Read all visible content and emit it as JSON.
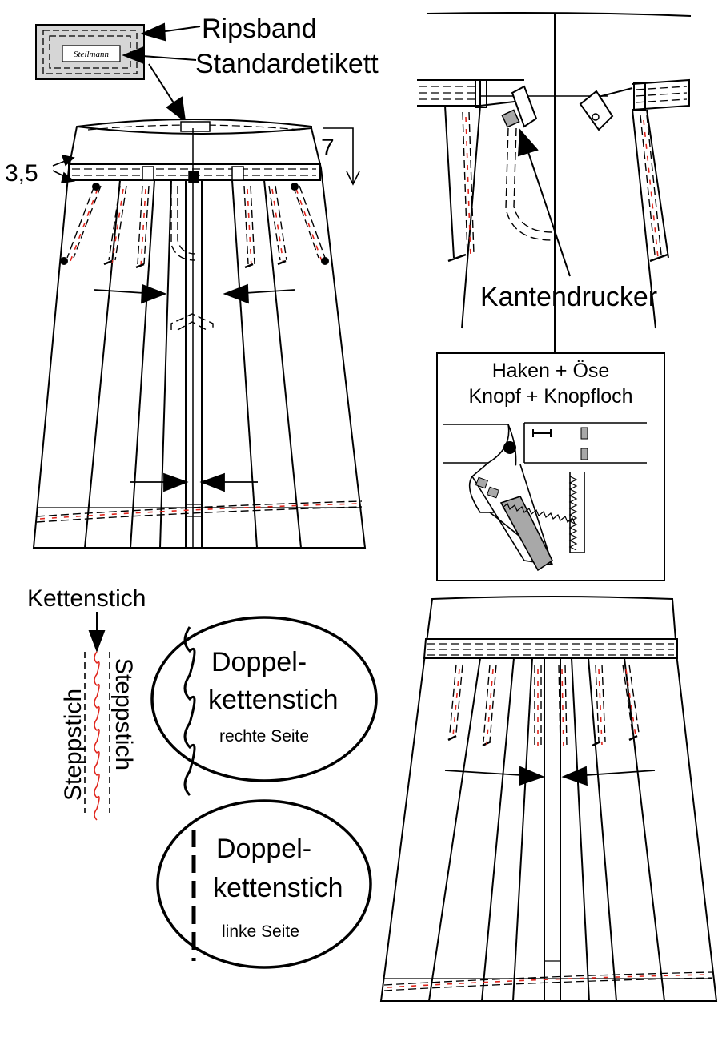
{
  "labels": {
    "ripsband": "Ripsband",
    "standardetikett": "Standardetikett",
    "logo": "Steilmann",
    "measure_waist": "3,5",
    "measure_hem": "7",
    "kantendrucker": "Kantendrucker",
    "box_line1": "Haken + Öse",
    "box_line2": "Knopf + Knopfloch",
    "kettenstich": "Kettenstich",
    "steppstich_left": "Steppstich",
    "steppstich_right": "Steppstich",
    "oval1_line1": "Doppel-",
    "oval1_line2": "kettenstich",
    "oval1_line3": "rechte Seite",
    "oval2_line1": "Doppel-",
    "oval2_line2": "kettenstich",
    "oval2_line3": "linke Seite"
  },
  "colors": {
    "line": "#000000",
    "stitch_red": "#e0241b",
    "label_fill": "#d6d6d6",
    "zipper_fill": "#a8a8a8"
  }
}
